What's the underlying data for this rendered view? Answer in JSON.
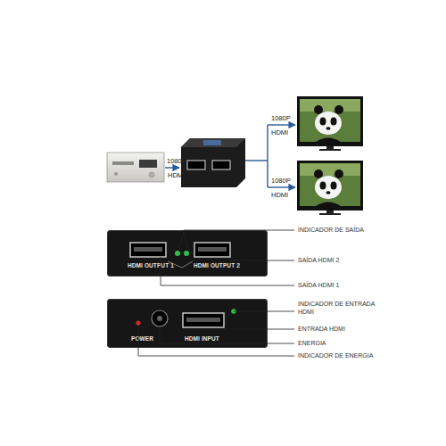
{
  "diagram": {
    "nodes": [
      {
        "text": [
          "HDMI OUTPUT 1",
          "HDMI OUTPUT 2"
        ]
      },
      {
        "text": [
          "POWER",
          "HDMI INPUT"
        ]
      }
    ],
    "labels": [
      "1080P",
      "HDMI",
      "1080P",
      "HDMI",
      "1080P",
      "HDMI",
      "INDICADOR DE SAÍDA",
      "SAÍDA HDMI 2",
      "SAÍDA HDMI 1",
      "INDICADOR DE ENTRADA HDMI",
      "ENTRADA HDMI",
      "ENERGIA",
      "INDICADOR DE ENERGIA"
    ]
  }
}
